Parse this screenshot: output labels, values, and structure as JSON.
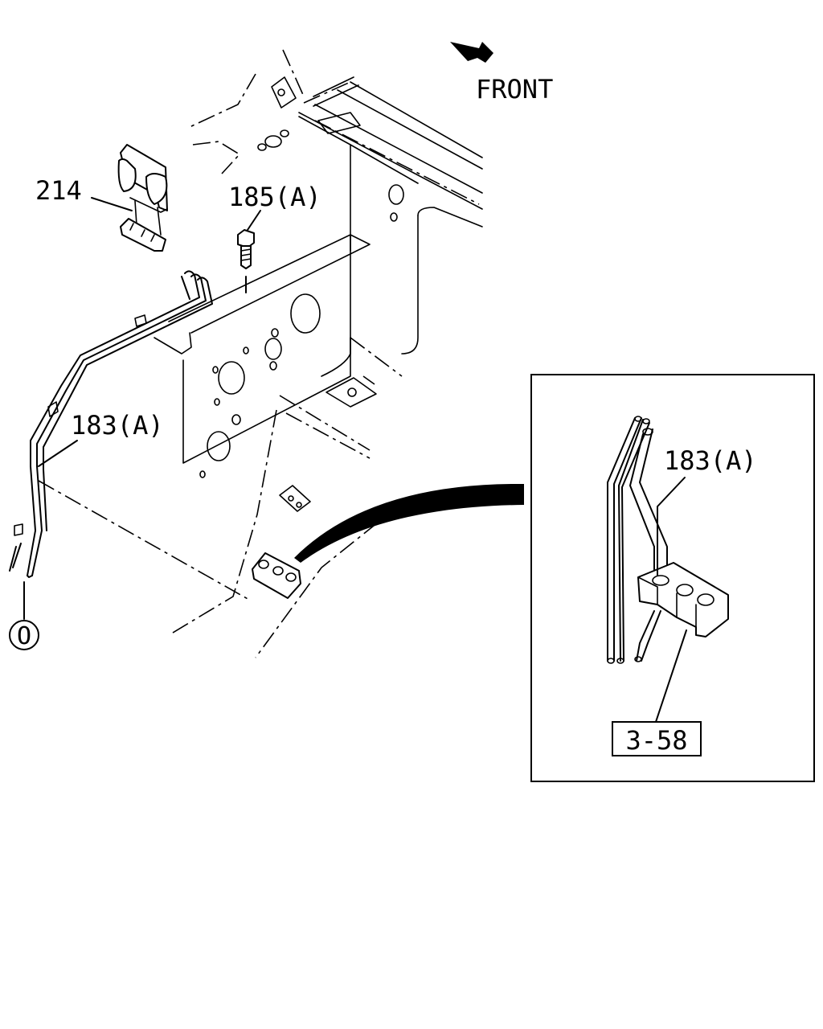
{
  "direction": {
    "label": "FRONT"
  },
  "callouts": {
    "bracket": "214",
    "bolt": "185(A)",
    "pipe_main": "183(A)",
    "pipe_detail": "183(A)",
    "reference": "3-58",
    "circle_mark": "O"
  }
}
